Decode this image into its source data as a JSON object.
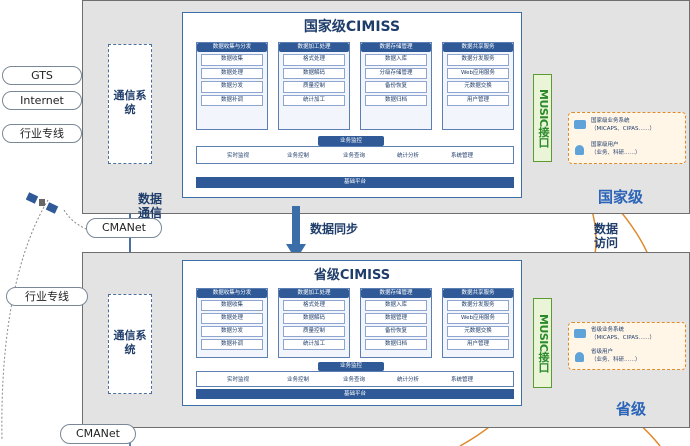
{
  "national": {
    "title": "国家级CIMISS",
    "level_label": "国家级",
    "modules": [
      {
        "name": "数据收集与分发",
        "items": [
          "数据收集",
          "数据处理",
          "数据分发",
          "数据补调"
        ]
      },
      {
        "name": "数据加工处理",
        "items": [
          "格式处理",
          "数据解码",
          "质量控制",
          "统计加工"
        ]
      },
      {
        "name": "数据存储管理",
        "items": [
          "数据入库",
          "分级存储管理",
          "备份恢复",
          "数据归档"
        ]
      },
      {
        "name": "数据共享服务",
        "items": [
          "数据分发服务",
          "Web应用服务",
          "元数据交换",
          "用户管理"
        ]
      }
    ],
    "monitor_title": "业务监控",
    "monitor_items": [
      "实时监视",
      "业务控制",
      "业务查询",
      "统计分析",
      "系统管理"
    ],
    "platform": "基础平台",
    "music": "MUSIC接口",
    "comm": "通信系统",
    "users": {
      "line1": "国家级业务系统",
      "line2": "（MICAPS、CIPAS……）",
      "line3": "国家级用户",
      "line4": "（业务、科研……）"
    }
  },
  "provincial": {
    "title": "省级CIMISS",
    "level_label": "省级",
    "modules": [
      {
        "name": "数据收集与分发",
        "items": [
          "数据收集",
          "数据处理",
          "数据分发",
          "数据补调"
        ]
      },
      {
        "name": "数据加工处理",
        "items": [
          "格式处理",
          "数据解码",
          "质量控制",
          "统计加工"
        ]
      },
      {
        "name": "数据存储管理",
        "items": [
          "数据入库",
          "数据管理",
          "备份恢复",
          "数据归档"
        ]
      },
      {
        "name": "数据共享服务",
        "items": [
          "数据分发服务",
          "Web应用服务",
          "元数据交换",
          "用户管理"
        ]
      }
    ],
    "monitor_title": "业务监控",
    "monitor_items": [
      "实时监视",
      "业务控制",
      "业务查询",
      "统计分析",
      "系统管理"
    ],
    "platform": "基础平台",
    "music": "MUSIC接口",
    "comm": "通信系统",
    "users": {
      "line1": "省级业务系统",
      "line2": "（MICAPS、CIPAS……）",
      "line3": "省级用户",
      "line4": "（业务、科研……）"
    }
  },
  "networks": {
    "gts": "GTS",
    "internet": "Internet",
    "industry": "行业专线",
    "cmanet": "CMANet"
  },
  "labels": {
    "data_comm": "数据\n通信",
    "data_sync": "数据同步",
    "data_access": "数据\n访问"
  },
  "colors": {
    "accent": "#2f5a97",
    "interface": "#5b9b32",
    "access_line": "#e08a2e"
  }
}
